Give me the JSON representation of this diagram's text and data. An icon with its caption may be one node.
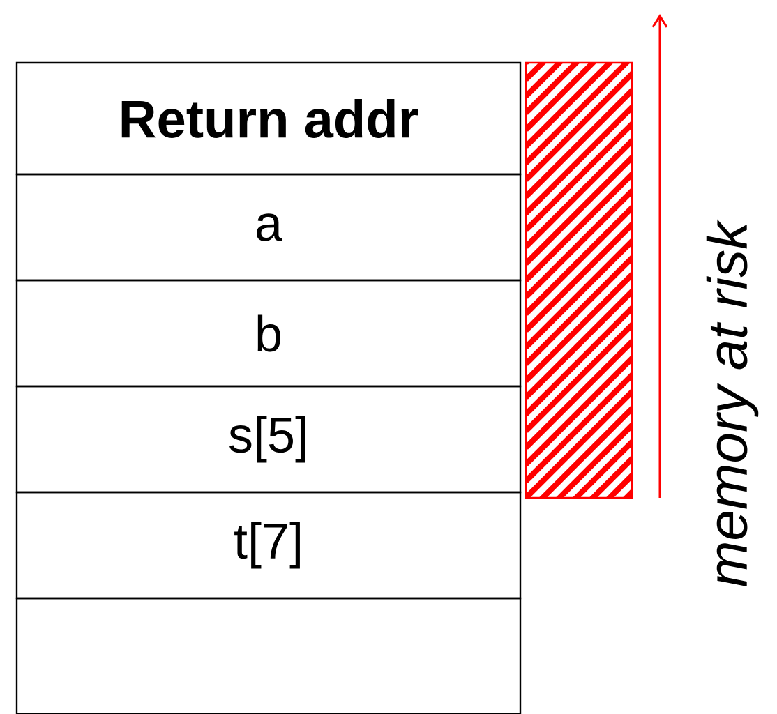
{
  "diagram": {
    "nodes": [
      {
        "text": [
          "Return addr"
        ]
      },
      {
        "text": [
          "a"
        ]
      },
      {
        "text": [
          "b"
        ]
      },
      {
        "text": [
          "s[5]"
        ]
      },
      {
        "text": [
          "t[7]"
        ]
      },
      {
        "text": [],
        "shape": "box"
      }
    ],
    "labels": [
      "memory at risk"
    ]
  }
}
